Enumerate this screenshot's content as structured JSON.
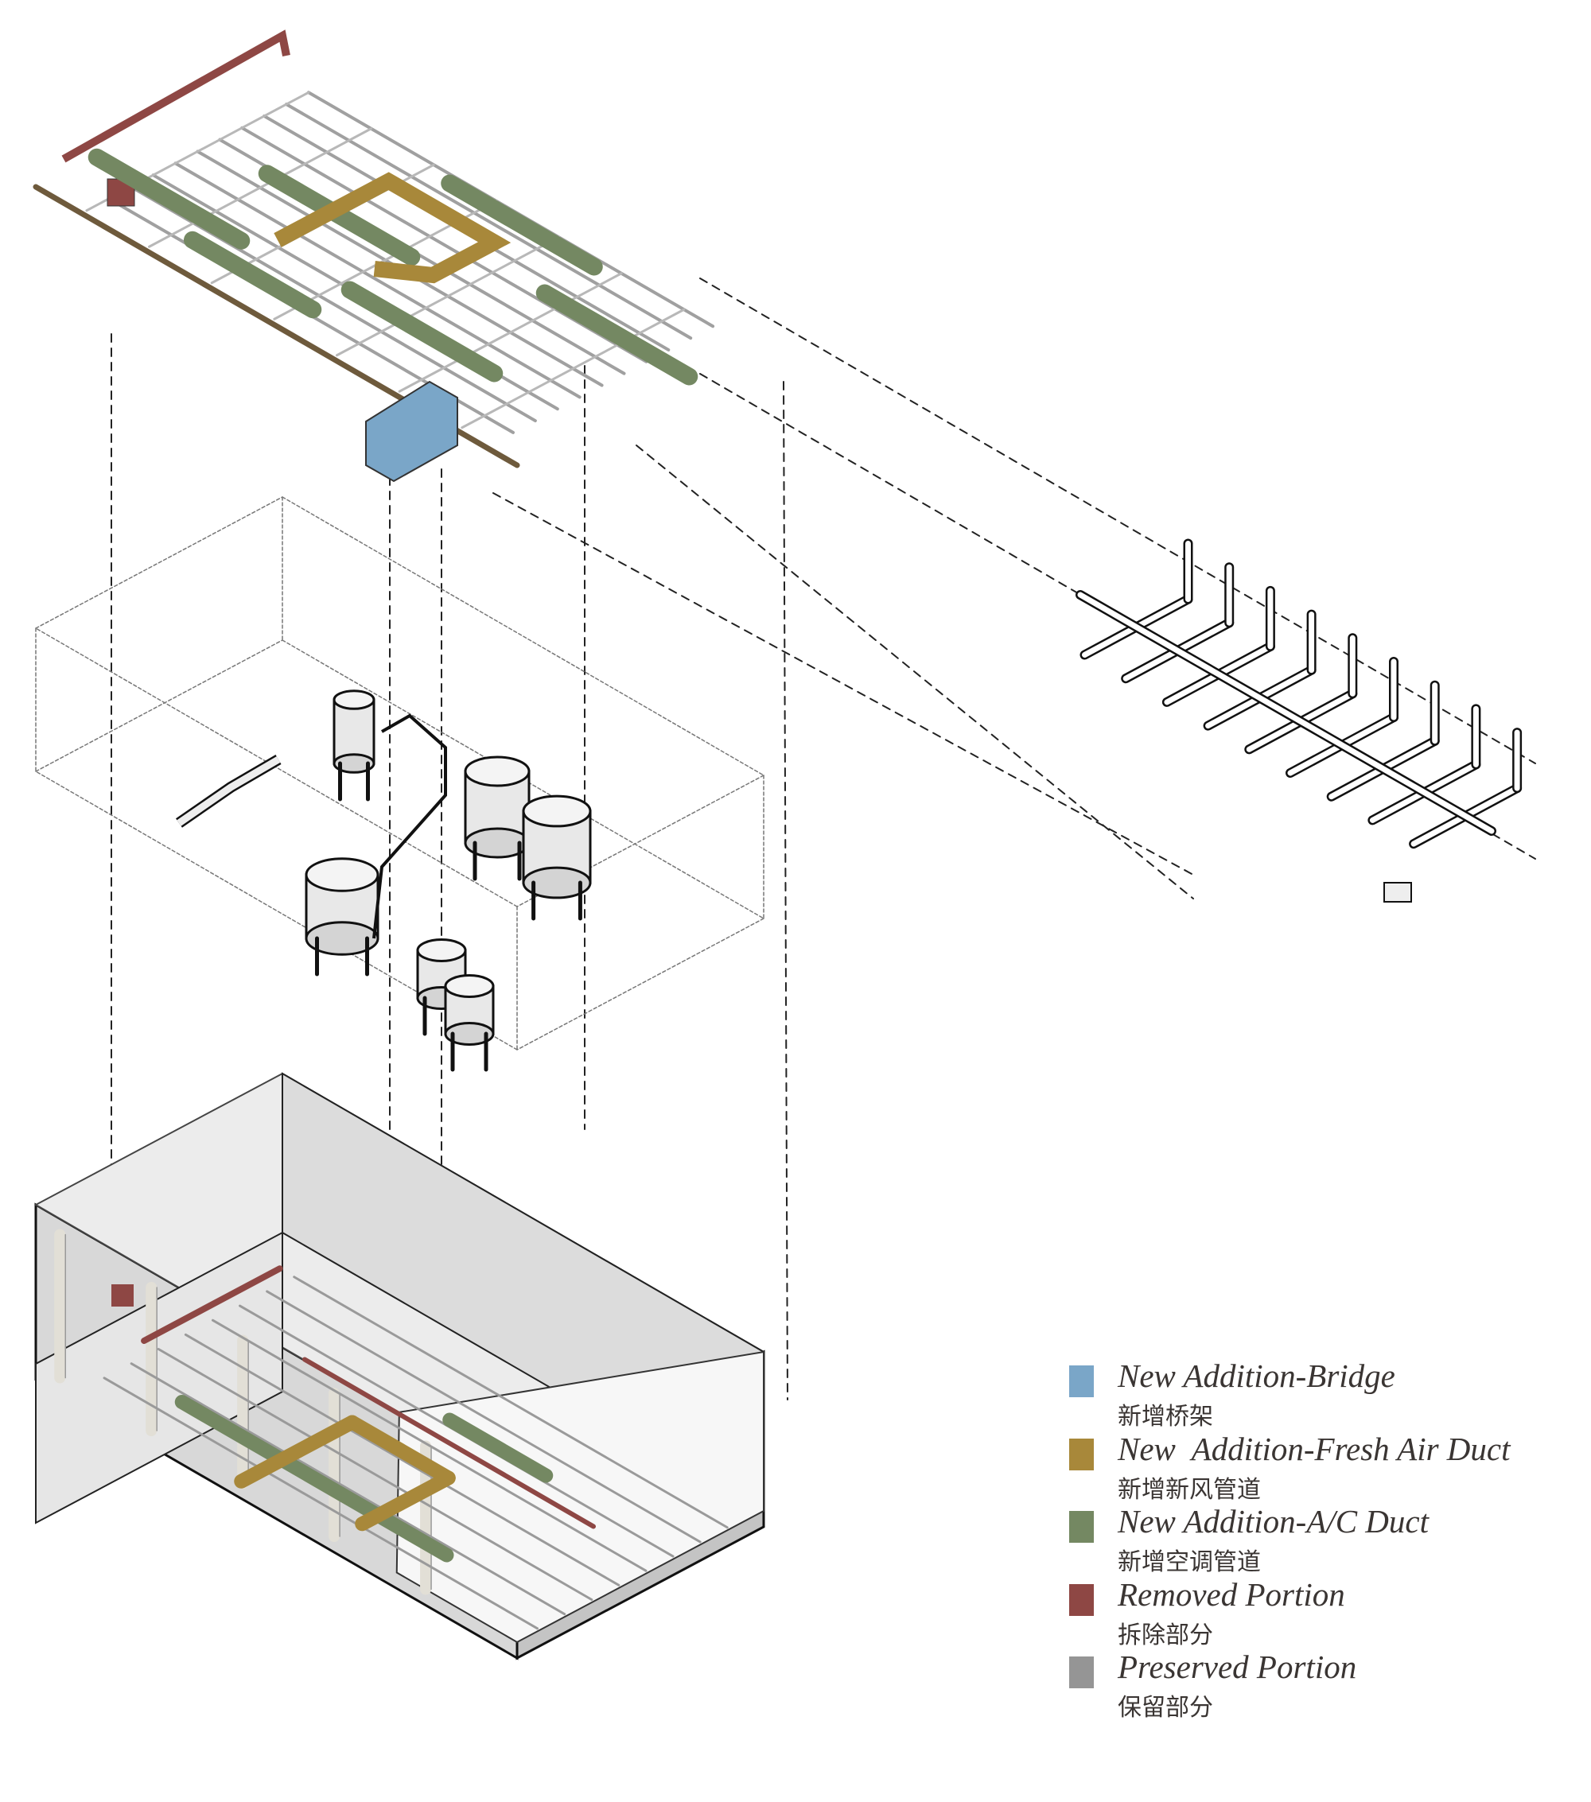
{
  "legend": {
    "items": [
      {
        "en": "New Addition-Bridge",
        "zh": "新增桥架",
        "color": "#7aa6c8"
      },
      {
        "en": "New  Addition-Fresh Air Duct",
        "zh": "新增新风管道",
        "color": "#a8883a"
      },
      {
        "en": "New Addition-A/C Duct",
        "zh": "新增空调管道",
        "color": "#748862"
      },
      {
        "en": "Removed Portion",
        "zh": "拆除部分",
        "color": "#8e4744"
      },
      {
        "en": "Preserved Portion",
        "zh": "保留部分",
        "color": "#959595"
      }
    ]
  }
}
